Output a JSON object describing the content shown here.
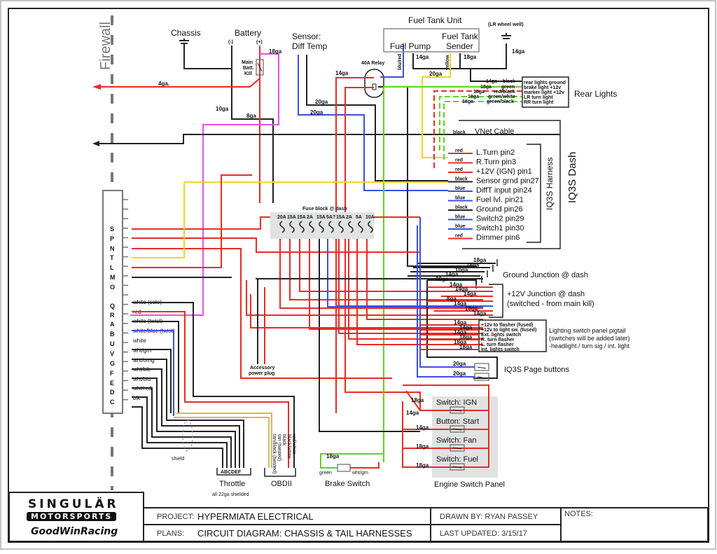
{
  "firewall": {
    "label": "Firewall"
  },
  "top": {
    "chassis": "Chassis",
    "battery": "Battery",
    "battery_neg": "(-)",
    "battery_pos": "(+)",
    "main_kill": [
      "Main",
      "Batt.",
      "Kill"
    ],
    "sensor": [
      "Sensor:",
      "Diff Temp"
    ],
    "relay": "40A Relay",
    "fuel_tank_unit": "Fuel Tank Unit",
    "fuel_pump": "Fuel Pump",
    "fuel_tank_sender": [
      "Fuel Tank",
      "Sender"
    ],
    "lr_wheel_well": "(LR wheel well)",
    "wire_blu_red": "blu/red",
    "wire_yellow": "yellow"
  },
  "gauges": {
    "g18_batt": "18ga",
    "g4": "4ga.",
    "g10": "10ga",
    "g8": "8ga",
    "g14_relay": "14ga",
    "g20_a": "20ga",
    "g20_b": "20ga",
    "g14_pump": "14ga",
    "g18_sender": "18ga",
    "g20_yellow": "20ga",
    "g14_lr": "14ga"
  },
  "rear_lights": {
    "title": "Rear Lights",
    "wires": [
      {
        "gauge": "14ga",
        "color": "black",
        "label": "rear lights ground"
      },
      {
        "gauge": "18ga",
        "color": "green",
        "label": "brake light +12v"
      },
      {
        "gauge": "18ga",
        "color": "red/black",
        "label": "marker light +12v"
      },
      {
        "gauge": "18ga",
        "color": "green/white",
        "label": "LR turn light"
      },
      {
        "gauge": "18ga",
        "color": "green/black",
        "label": "RR turn light"
      }
    ]
  },
  "iq3s": {
    "dash_label": "IQ3S Dash",
    "harness_label": "IQ3S Harness",
    "vnet": {
      "color": "black",
      "label": "VNet Cable"
    },
    "pins": [
      {
        "color": "red",
        "label": "L.Turn pin2"
      },
      {
        "color": "red",
        "label": "R.Turn pin3"
      },
      {
        "color": "red",
        "label": "+12V (IGN) pin1"
      },
      {
        "color": "black",
        "label": "Sensor grnd pin27"
      },
      {
        "color": "blue",
        "label": "DiffT input pin24"
      },
      {
        "color": "blue",
        "label": "Fuel lvl. pin21"
      },
      {
        "color": "black",
        "label": "Ground pin26"
      },
      {
        "color": "blue",
        "label": "Switch2 pin29"
      },
      {
        "color": "blue",
        "label": "Switch1 pin30"
      },
      {
        "color": "red",
        "label": "Dimmer pin6"
      }
    ]
  },
  "fuse_block": {
    "title": "Fuse block @ dash",
    "fuses": [
      "20A",
      "15A",
      "15A",
      "2A",
      "15A",
      "5A?",
      "15A",
      "2A",
      "5A",
      "10A"
    ]
  },
  "connector": {
    "pins": [
      "S",
      "P",
      "N",
      "T",
      "L",
      "M",
      "O",
      "Q",
      "R",
      "A",
      "B",
      "U",
      "V",
      "G",
      "F",
      "E",
      "D",
      "C"
    ],
    "wire_labels": [
      "white (solo)",
      "red",
      "white (twist)",
      "white/blue (twist)",
      "white",
      "wht/grn",
      "wht/orng",
      "wht/blk",
      "wht/blu",
      "wht/red",
      "blk"
    ]
  },
  "ground_junction": {
    "title": "Ground Junction @ dash",
    "gauges": [
      "18ga",
      "18ga",
      "10ga",
      "14ga",
      "20ga"
    ]
  },
  "plus12_junction": {
    "title": "+12V Junction @ dash",
    "subtitle": "(switched - from main kill)",
    "gauges": [
      "14ga",
      "14ga",
      "14ga",
      "8ga",
      "14ga",
      "18ga",
      "14ga"
    ]
  },
  "lighting_pigtail": {
    "title": "Lighting switch panel pigtail",
    "line2": "(switches will be added later)",
    "line3": "-headlight / turn sig / int. light",
    "wires": [
      {
        "gauge": "14ga",
        "label": "+12v to flasher (fused)"
      },
      {
        "gauge": "14ga",
        "label": "+12v to light sw. (fused)"
      },
      {
        "gauge": "14ga",
        "label": "Ext. lights switch"
      },
      {
        "gauge": "18ga",
        "label": "R. turn flasher"
      },
      {
        "gauge": "18ga",
        "label": "L. turn flasher"
      },
      {
        "gauge": "18ga",
        "label": "Int. lights switch"
      }
    ]
  },
  "page_buttons": {
    "title": "IQ3S Page buttons",
    "gauges": [
      "20ga",
      "20ga"
    ]
  },
  "engine_panel": {
    "title": "Engine Switch Panel",
    "switches": [
      {
        "label": "Switch: IGN",
        "gauge": "14ga",
        "gauge2": "18ga"
      },
      {
        "label": "Button: Start",
        "gauge": "14ga"
      },
      {
        "label": "Switch: Fan",
        "gauge": "18ga"
      },
      {
        "label": "Switch: Fuel",
        "gauge": "18ga"
      }
    ]
  },
  "accessory": [
    "Accessory",
    "power plug"
  ],
  "throttle": {
    "title": "Throttle",
    "pins": "ABCDEF",
    "note": "all 22ga shielded",
    "shield": "shield"
  },
  "obd": {
    "title": "OBDII",
    "wires": [
      "red/white",
      "black/white",
      "black",
      "tan (twisted)",
      "tan/black (twisted)"
    ]
  },
  "brake": {
    "title": "Brake Switch",
    "gauge": "18ga",
    "left": "green",
    "right": "wht/grn"
  },
  "title_block": {
    "logo_top": "SINGULÄR",
    "logo_mid": "MOTORSPORTS",
    "logo_bot": "GoodWinRacing",
    "project_key": "PROJECT:",
    "project_val": "HYPERMIATA  ELECTRICAL",
    "plans_key": "PLANS:",
    "plans_val": "CIRCUIT DIAGRAM: CHASSIS & TAIL HARNESSES",
    "drawn_by": "DRAWN BY:  RYAN PASSEY",
    "last_updated": "LAST UPDATED:  3/15/17",
    "notes": "NOTES:"
  }
}
